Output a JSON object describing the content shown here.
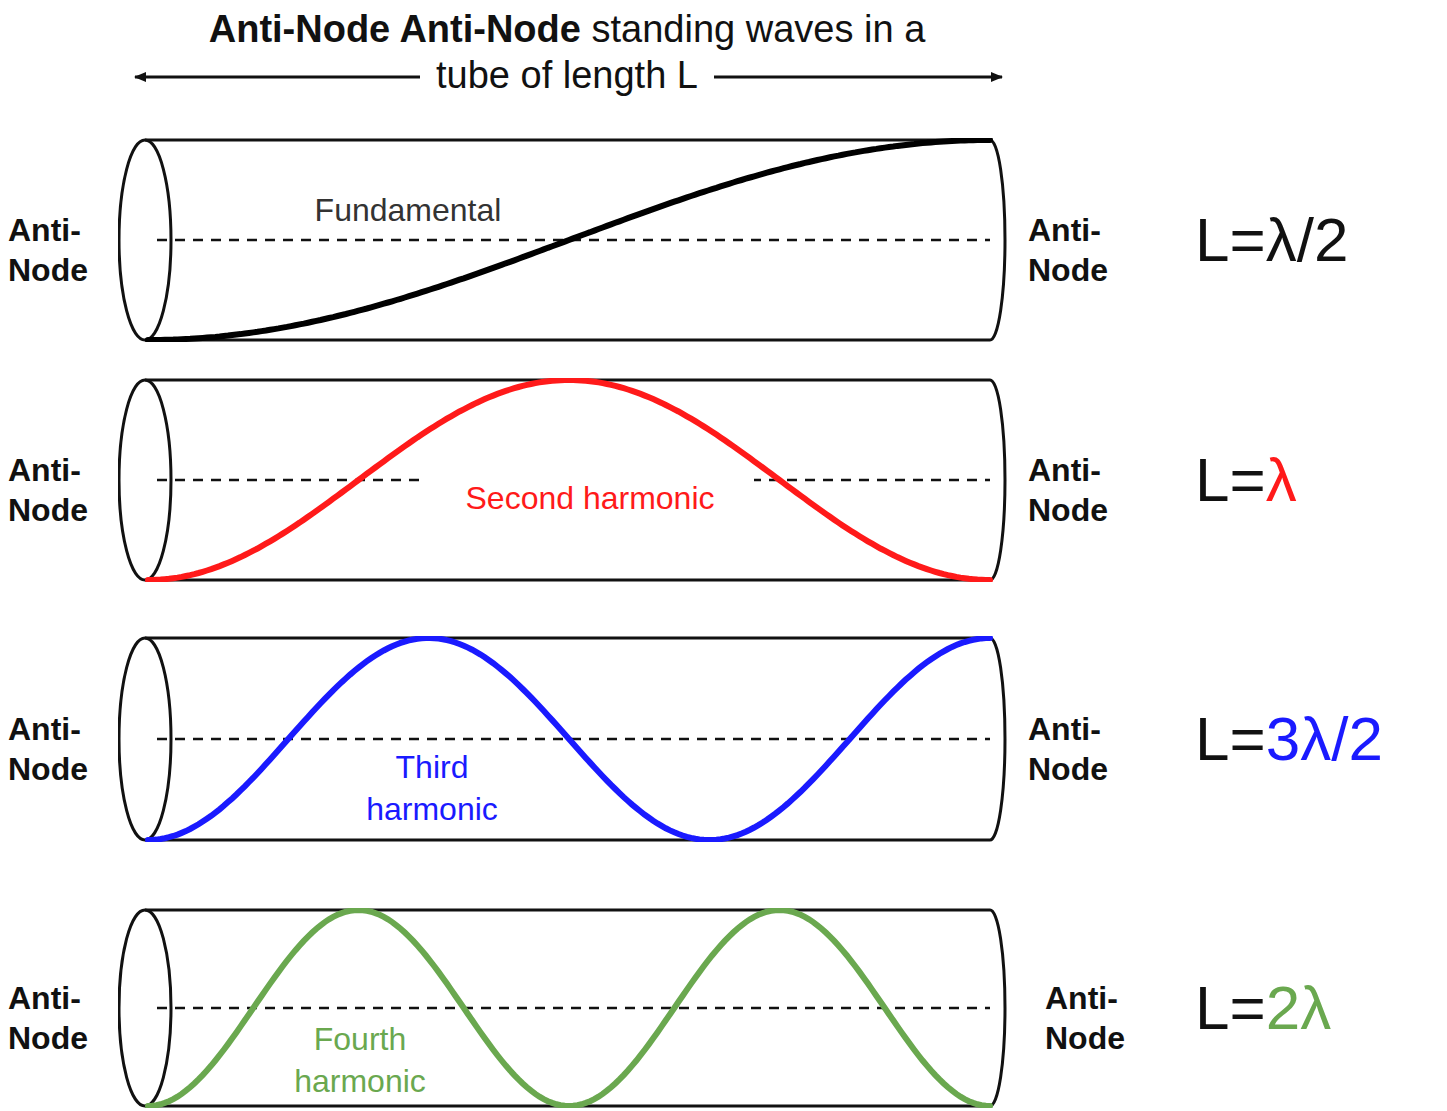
{
  "diagram": {
    "title": "Anti-Node Anti-Node",
    "nodes": [
      {
        "text": [
          "Fundamental"
        ]
      },
      {
        "text": [
          "Second harmonic"
        ]
      },
      {
        "text": [
          "Third harmonic"
        ]
      },
      {
        "text": [
          "Fourth harmonic"
        ]
      }
    ],
    "labels": [
      "standing waves in a tube of length L",
      "Anti-Node",
      "Anti-Node",
      "L=λ/2",
      "Anti-Node",
      "Anti-Node",
      "L=",
      "λ",
      "Anti-Node",
      "Anti-Node",
      "L=",
      "3λ/2",
      "Anti-Node",
      "Anti-Node",
      "L=",
      "2λ"
    ]
  }
}
